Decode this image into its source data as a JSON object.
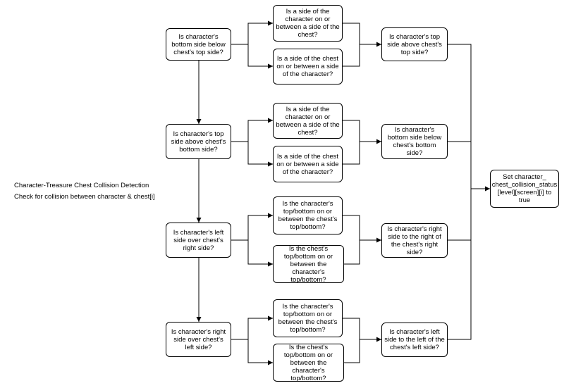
{
  "caption": {
    "title": "Character-Treasure Chest Collision Detection",
    "subtitle": "Check for collision between character & chest[i]"
  },
  "nodes": {
    "q1": "Is character's bottom side below chest's top side?",
    "q1a": "Is a side of the character on or between a side of the chest?",
    "q1b": "Is a side of the chest on or between a side of the character?",
    "r1": "Is character's top side above chest's top side?",
    "q2": "Is character's top side above chest's bottom side?",
    "q2a": "Is a side of the character on or between a side of the chest?",
    "q2b": "Is a side of the chest on or between a side of the character?",
    "r2": "Is character's bottom side below chest's bottom side?",
    "q3": "Is character's left side over chest's right side?",
    "q3a": "Is the character's top/bottom on or between the chest's top/bottom?",
    "q3b": "Is the chest's top/bottom on or between the character's top/bottom?",
    "r3": "Is character's right side to the right of the chest's right side?",
    "q4": "Is character's right side over chest's left side?",
    "q4a": "Is the character's top/bottom on or between the chest's top/bottom?",
    "q4b": "Is the chest's top/bottom on or between the character's top/bottom?",
    "r4": "Is character's left side to the left of the chest's left side?",
    "final": "Set character_ chest_collision_status [level][screen][i] to true"
  }
}
